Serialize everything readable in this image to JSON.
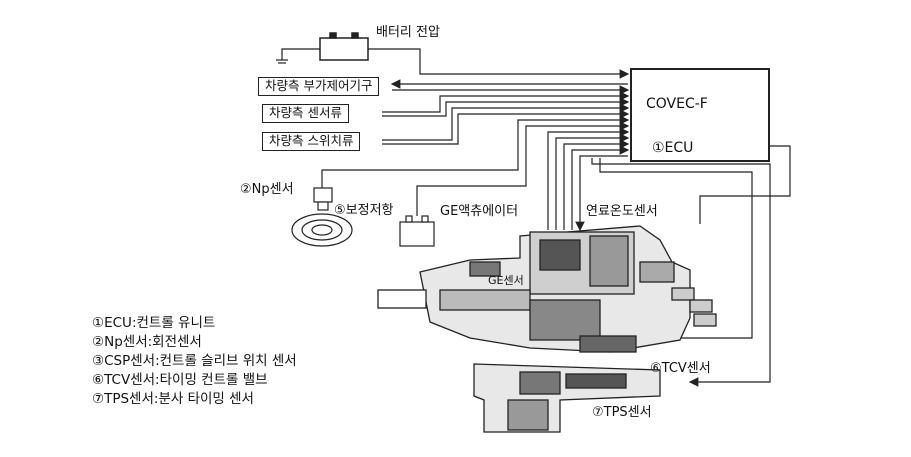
{
  "labels": {
    "battery": "배터리 전압",
    "vehicle_aux_control": "차량측 부가제어기구",
    "vehicle_sensors": "차량측 센서류",
    "vehicle_switches": "차량측 스위치류",
    "ecu_model": "COVEC-F",
    "ecu_unit": "①ECU",
    "np_sensor": "②Np센서",
    "correction_resistor": "⑤보정저항",
    "ge_actuator": "GE액츄에이터",
    "fuel_temp_sensor": "연료온도센서",
    "ge_sensor": "GE센서",
    "tcv_sensor": "⑥TCV센서",
    "tps_sensor": "⑦TPS센서"
  },
  "legend": [
    "①ECU:컨트롤 유니트",
    "②Np센서:회전센서",
    "③CSP센서:컨트롤 슬리브 위치 센서",
    "⑥TCV센서:타이밍 컨트롤 밸브",
    "⑦TPS센서:분사 타이밍 센서"
  ]
}
